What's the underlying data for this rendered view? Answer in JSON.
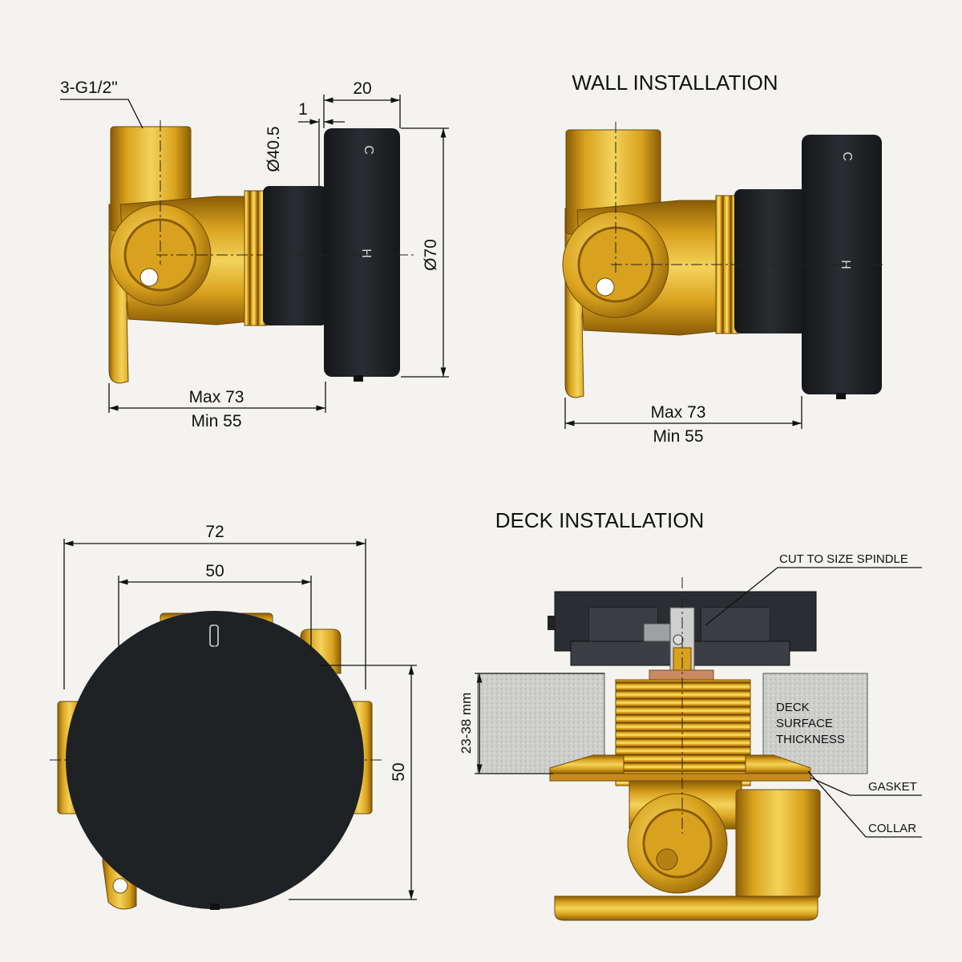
{
  "titles": {
    "wall": "WALL INSTALLATION",
    "deck": "DECK INSTALLATION"
  },
  "dims": {
    "thread": "3-G1/2\"",
    "gap": "1",
    "depth": "20",
    "dia_small": "Ø40.5",
    "dia_large": "Ø70",
    "max": "Max 73",
    "min": "Min 55",
    "width_72": "72",
    "width_50": "50",
    "height_50": "50",
    "deck_range": "23-38 mm"
  },
  "knob_marks": {
    "cold": "C",
    "hot": "H"
  },
  "callouts": {
    "spindle": "CUT TO SIZE SPINDLE",
    "deck_line1": "DECK",
    "deck_line2": "SURFACE",
    "deck_line3": "THICKNESS",
    "gasket": "GASKET",
    "collar": "COLLAR"
  },
  "colors": {
    "brass": "#d9a21e",
    "brass_dark": "#8a5c05",
    "brass_light": "#f3d35a",
    "knob": "#202326",
    "stone": "#c8c8c6",
    "background": "#f4f3f0"
  },
  "icons": [
    "arrowhead-icon",
    "leader-line-icon"
  ]
}
